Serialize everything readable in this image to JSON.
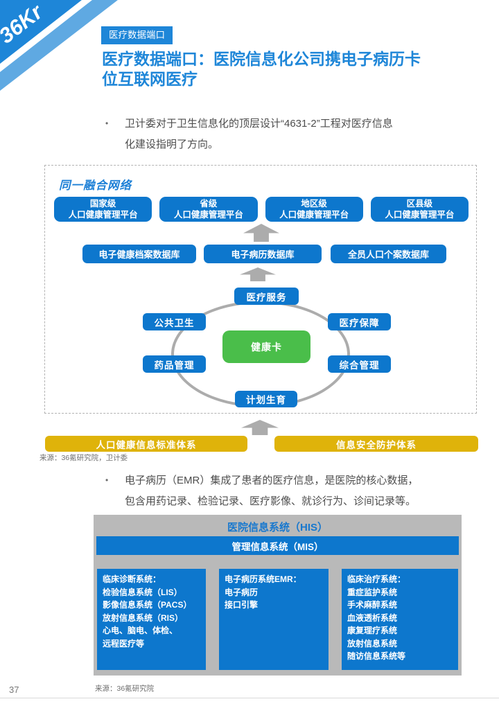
{
  "page_number": "37",
  "logo": {
    "text": "36Kr"
  },
  "header": {
    "tag": "医疗数据端口",
    "title_lines": [
      "医疗数据端口：医院信息化公司携电子病历卡",
      "位互联网医疗"
    ]
  },
  "bullets": [
    {
      "marker": "•",
      "lines": [
        "卫计委对于卫生信息化的顶层设计“4631-2”工程对医疗信息",
        "化建设指明了方向。"
      ]
    },
    {
      "marker": "•",
      "lines": [
        "电子病历（EMR）集成了患者的医疗信息，是医院的核心数据，",
        "包含用药记录、检验记录、医疗影像、就诊行为、诊间记录等。"
      ]
    }
  ],
  "network_diagram": {
    "title": "同一融合网络",
    "platforms": [
      [
        "国家级",
        "人口健康管理平台"
      ],
      [
        "省级",
        "人口健康管理平台"
      ],
      [
        "地区级",
        "人口健康管理平台"
      ],
      [
        "区县级",
        "人口健康管理平台"
      ]
    ],
    "databases": [
      "电子健康档案数据库",
      "电子病历数据库",
      "全员人口个案数据库"
    ],
    "hub": {
      "top": "医疗服务",
      "left_top": "公共卫生",
      "right_top": "医疗保障",
      "center": "健康卡",
      "left_bottom": "药品管理",
      "right_bottom": "综合管理",
      "bottom": "计划生育"
    },
    "foundation_bars": [
      "人口健康信息标准体系",
      "信息安全防护体系"
    ],
    "source": "来源：36氪研究院，卫计委"
  },
  "his_diagram": {
    "title": "医院信息系统（HIS）",
    "mis_bar": "管理信息系统（MIS）",
    "columns": [
      {
        "lines": [
          "临床诊断系统：",
          "检验信息系统（LIS）",
          "影像信息系统（PACS）",
          "放射信息系统（RIS）",
          "心电、脑电、体检、",
          "远程医疗等"
        ]
      },
      {
        "lines": [
          "电子病历系统EMR：",
          "电子病历",
          "接口引擎"
        ]
      },
      {
        "lines": [
          "临床治疗系统：",
          "重症监护系统",
          "手术麻醉系统",
          "血液透析系统",
          "康复理疗系统",
          "放射信息系统",
          "随访信息系统等"
        ]
      }
    ],
    "source": "来源：36氪研究院"
  },
  "colors": {
    "accent_blue": "#1e86d8",
    "box_blue": "#0d77cd",
    "logo_light_blue": "#5fa9e2",
    "hub_green": "#4abe4a",
    "foundation_yellow": "#dfb30a",
    "arrow_gray": "#acacac",
    "his_background_gray": "#b9b9b9"
  }
}
